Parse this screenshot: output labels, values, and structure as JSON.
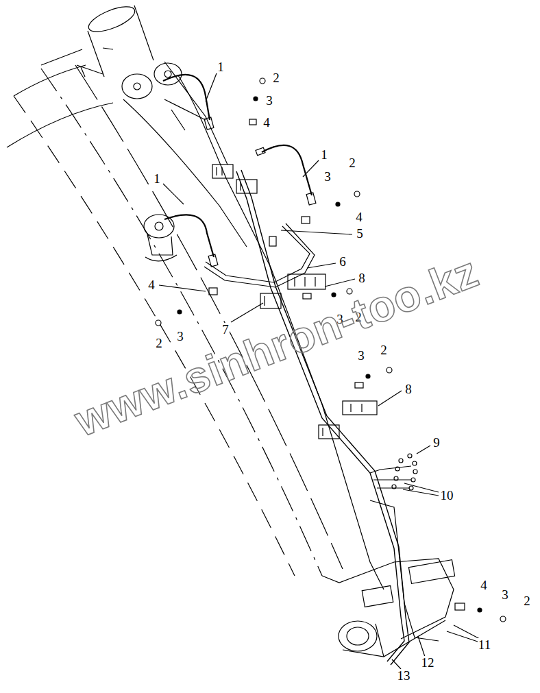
{
  "diagram": {
    "labels": [
      "1",
      "2",
      "3",
      "4",
      "1",
      "2",
      "3",
      "1",
      "4",
      "5",
      "6",
      "4",
      "8",
      "7",
      "2",
      "3",
      "3",
      "2",
      "3",
      "2",
      "8",
      "9",
      "10",
      "4",
      "3",
      "2",
      "11",
      "12",
      "13",
      "www.sinhron-too.kz"
    ]
  }
}
